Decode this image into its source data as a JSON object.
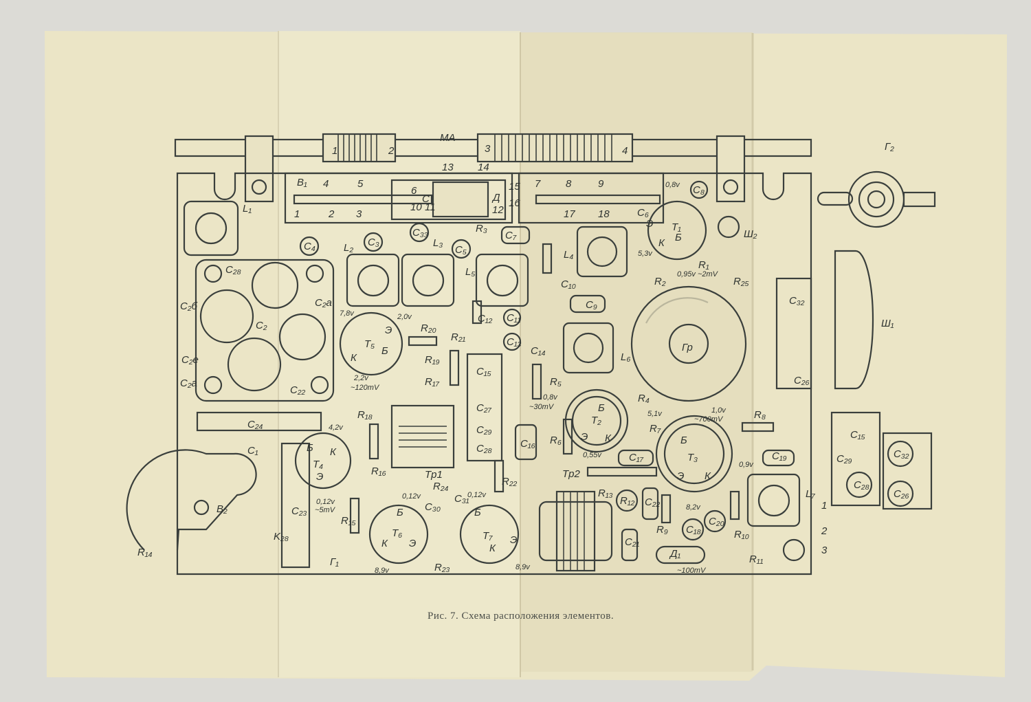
{
  "caption": "Рис. 7. Схема расположения элементов.",
  "components": [
    "MA",
    "1",
    "2",
    "3",
    "4",
    "13",
    "14",
    "B₁",
    "4",
    "5",
    "1",
    "2",
    "3",
    "6",
    "С",
    "Д",
    "15",
    "16",
    "10",
    "11",
    "12",
    "7",
    "8",
    "9",
    "17",
    "18",
    "L₁",
    "C₄",
    "L₂",
    "C₃",
    "C₃₃",
    "L₃",
    "C₅",
    "R₃",
    "C₇",
    "L₅",
    "C₂₈",
    "C₂б",
    "C₂а",
    "C₂",
    "C₂е",
    "C₂а",
    "C₂₂",
    "C₁₂",
    "C₁₀",
    "C₉",
    "C₁₁",
    "C₁₃",
    "C₁₄",
    "R₂₀",
    "R₂₁",
    "R₁₉",
    "R₁₇",
    "C₁₅",
    "C₂₇",
    "C₂₉",
    "C₂₈",
    "R₁₈",
    "C₂₄",
    "T₅",
    "T₄",
    "R₁₆",
    "Tp1",
    "R₂₄",
    "C₁",
    "C₂₃",
    "K₂₈",
    "R₁₅",
    "Г₁",
    "R₁₄",
    "B₂",
    "T₆",
    "C₃₀",
    "C₃₁",
    "T₇",
    "R₂₃",
    "R₂₂",
    "C₁₆",
    "R₅",
    "R₆",
    "T₂",
    "R₄",
    "R₇",
    "C₁₇",
    "Tp2",
    "R₁₃",
    "R₁₂",
    "C₂₂",
    "C₂₁",
    "R₉",
    "C₁₈",
    "C₂₀",
    "Д₁",
    "T₃",
    "R₈",
    "C₁₉",
    "L₇",
    "R₁₀",
    "R₁₁",
    "L₄",
    "L₆",
    "T₁",
    "C₆",
    "C₈",
    "Ш₂",
    "R₁",
    "R₂",
    "R₂₅",
    "C₃₂",
    "C₂₆",
    "Гр",
    "Г₂",
    "Ш₁",
    "C₁₅",
    "C₂₉",
    "C₂₈",
    "C₃₂",
    "C₂₆",
    "К",
    "Э",
    "Б",
    "К",
    "Э",
    "Б",
    "Э",
    "К",
    "Б",
    "Б",
    "Э",
    "К",
    "Б",
    "Э",
    "К",
    "Б",
    "К",
    "Э",
    "Б",
    "К",
    "Э",
    "1",
    "2",
    "3"
  ],
  "voltages": [
    "0,8v",
    "5,3v",
    "0,95v ~2mV",
    "7,8v",
    "2,0v",
    "2,2v",
    "~120mV",
    "0,8v",
    "~30mV",
    "5,1v",
    "1,0v",
    "~700mV",
    "0,55v",
    "0,9v",
    "8,2v",
    "~100mV",
    "4,2v",
    "0,12v",
    "~5mV",
    "0,12v",
    "0,12v",
    "8,9v",
    "8,9v"
  ]
}
